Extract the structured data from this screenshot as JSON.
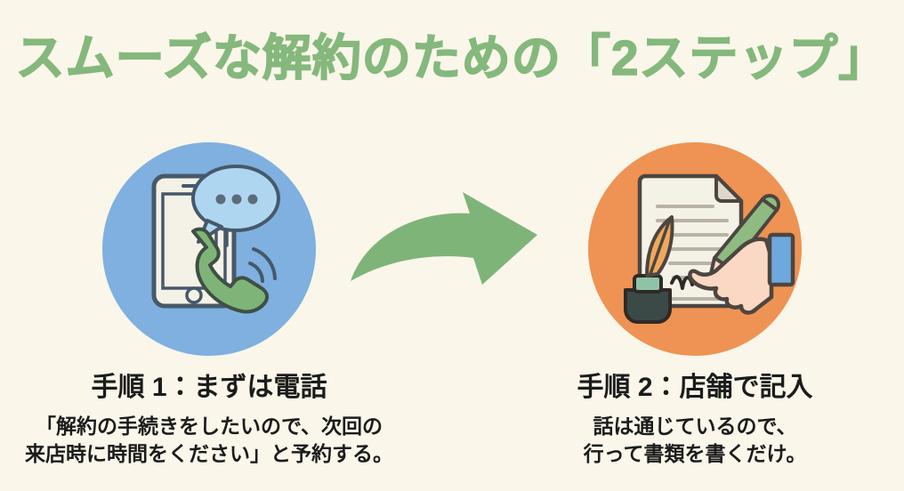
{
  "page": {
    "title": "スムーズな解約のための「2ステップ」",
    "background_color": "#faf6ea",
    "title_color": "#85b87c"
  },
  "arrow": {
    "name": "curved-right-arrow",
    "color": "#7fb478"
  },
  "steps": [
    {
      "icon_name": "phone-call-icon",
      "circle_color": "#7fb0df",
      "accent_colors": {
        "phone_outline": "#46596b",
        "screen": "#f4f1e6",
        "bubble": "#afd6f0",
        "handset": "#7fb478",
        "dots": "#5b6c7b"
      },
      "heading": "手順 1：まずは電話",
      "body_lines": [
        "「解約の手続きをしたいので、次回の",
        "来店時に時間をください」と予約する。"
      ]
    },
    {
      "icon_name": "document-signing-icon",
      "circle_color": "#ee9353",
      "accent_colors": {
        "paper": "#f4f1e6",
        "paper_outline": "#4d4540",
        "text_lines": "#b9b2a6",
        "quill_feather": "#f0a95c",
        "inkwell_body": "#3c4a47",
        "inkwell_neck": "#8fc3a8",
        "hand": "#fad8c3",
        "pencil": "#8dbb81",
        "sleeve": "#6fa8dc",
        "signature": "#2f2a26"
      },
      "heading": "手順 2：店舗で記入",
      "body_lines": [
        "話は通じているので、",
        "行って書類を書くだけ。"
      ]
    }
  ]
}
